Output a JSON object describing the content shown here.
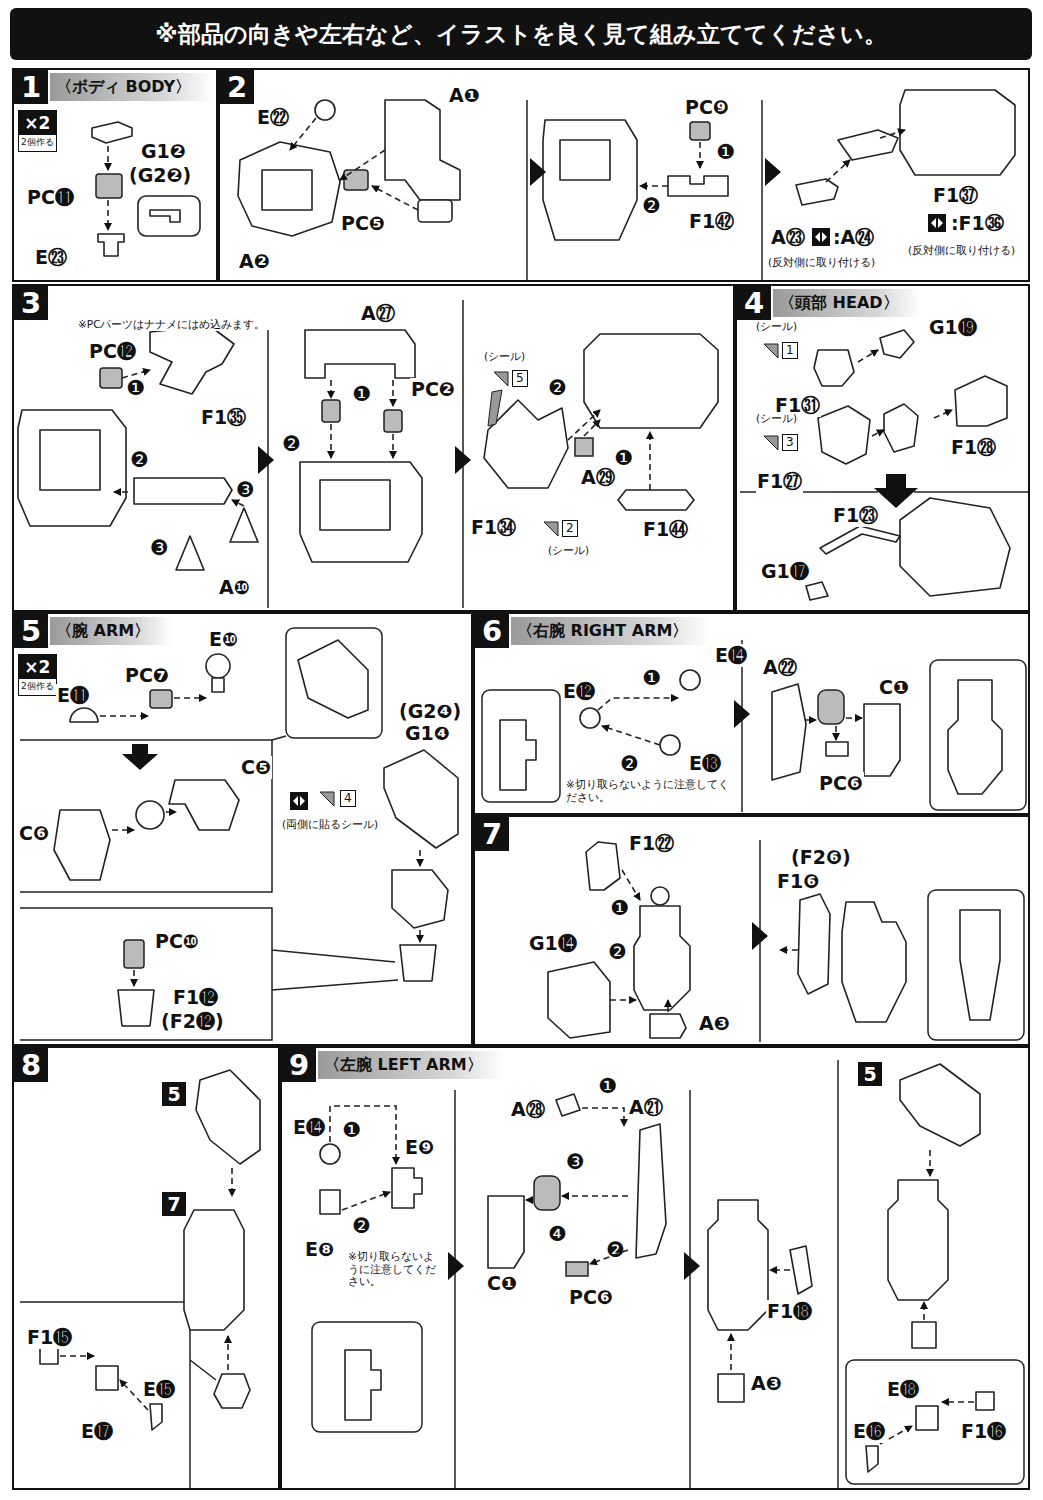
{
  "diagram": {
    "title": "※部品の向きや左右など、イラストを良く見て組み立ててください。",
    "nodes": [
      {
        "text": [
          "1",
          "〈ボディ BODY〉"
        ]
      },
      {
        "text": [
          "×2",
          "2個作る"
        ],
        "in": 0
      },
      {
        "text": [
          "2"
        ]
      },
      {
        "text": [
          "3"
        ]
      },
      {
        "text": [
          "4",
          "〈頭部 HEAD〉"
        ]
      },
      {
        "text": [
          "5",
          "〈腕 ARM〉"
        ]
      },
      {
        "text": [
          "×2",
          "2個作る"
        ],
        "in": 5
      },
      {
        "text": [
          "6",
          "〈右腕 RIGHT ARM〉"
        ]
      },
      {
        "text": [
          "7"
        ]
      },
      {
        "text": [
          "8"
        ]
      },
      {
        "text": [
          "9",
          "〈左腕 LEFT ARM〉"
        ]
      }
    ],
    "labels": [
      "G1❷",
      "(G2❷)",
      "PC⓫",
      "E㉓",
      "E㉒",
      "A❶",
      "PC❺",
      "A❷",
      "PC❾",
      "❶",
      "❷",
      "F1㊷",
      "A㉓",
      ":A㉔",
      "(反対側に取り付ける)",
      "F1㊲",
      ":F1㊱",
      "(反対側に取り付ける)",
      "※PCパーツはナナメにはめ込みます。",
      "PC⓬",
      "❶",
      "F1㉟",
      "❷",
      "❸",
      "❸",
      "A❿",
      "A㉗",
      "❷",
      "❶",
      "PC❷",
      "(シール)",
      "5",
      "❷",
      "❶",
      "F1㉞",
      "A㉙",
      "2",
      "(シール)",
      "F1㊹",
      "(シール)",
      "1",
      "G1⓳",
      "F1㉛",
      "(シール)",
      "3",
      "F1㉘",
      "F1㉗",
      "F1㉓",
      "G1⓱",
      "E❿",
      "E⓫",
      "PC❼",
      "C❺",
      "C❻",
      "(G2❹)",
      "G1❹",
      "4",
      "(両側に貼るシール)",
      "PC❿",
      "F1⓬",
      "(F2⓬)",
      "❶",
      "E⓮",
      "E⓬",
      "❷",
      "E⓭",
      "※切り取らないように注意してください。",
      "A㉒",
      "C❶",
      "PC❻",
      "F1㉒",
      "❶",
      "G1⓮",
      "❷",
      "A❸",
      "(F2❻)",
      "F1❻",
      "5",
      "7",
      "F1⓯",
      "E⓯",
      "E⓱",
      "E⓮",
      "❶",
      "E❾",
      "❷",
      "E❽",
      "※切り取らないように注意してください。",
      "A㉘",
      "❶",
      "A㉑",
      "❸",
      "❹",
      "❷",
      "C❶",
      "PC❻",
      "A❸",
      "F1⓲",
      "5",
      "E⓲",
      "E⓰",
      "F1⓰"
    ]
  }
}
